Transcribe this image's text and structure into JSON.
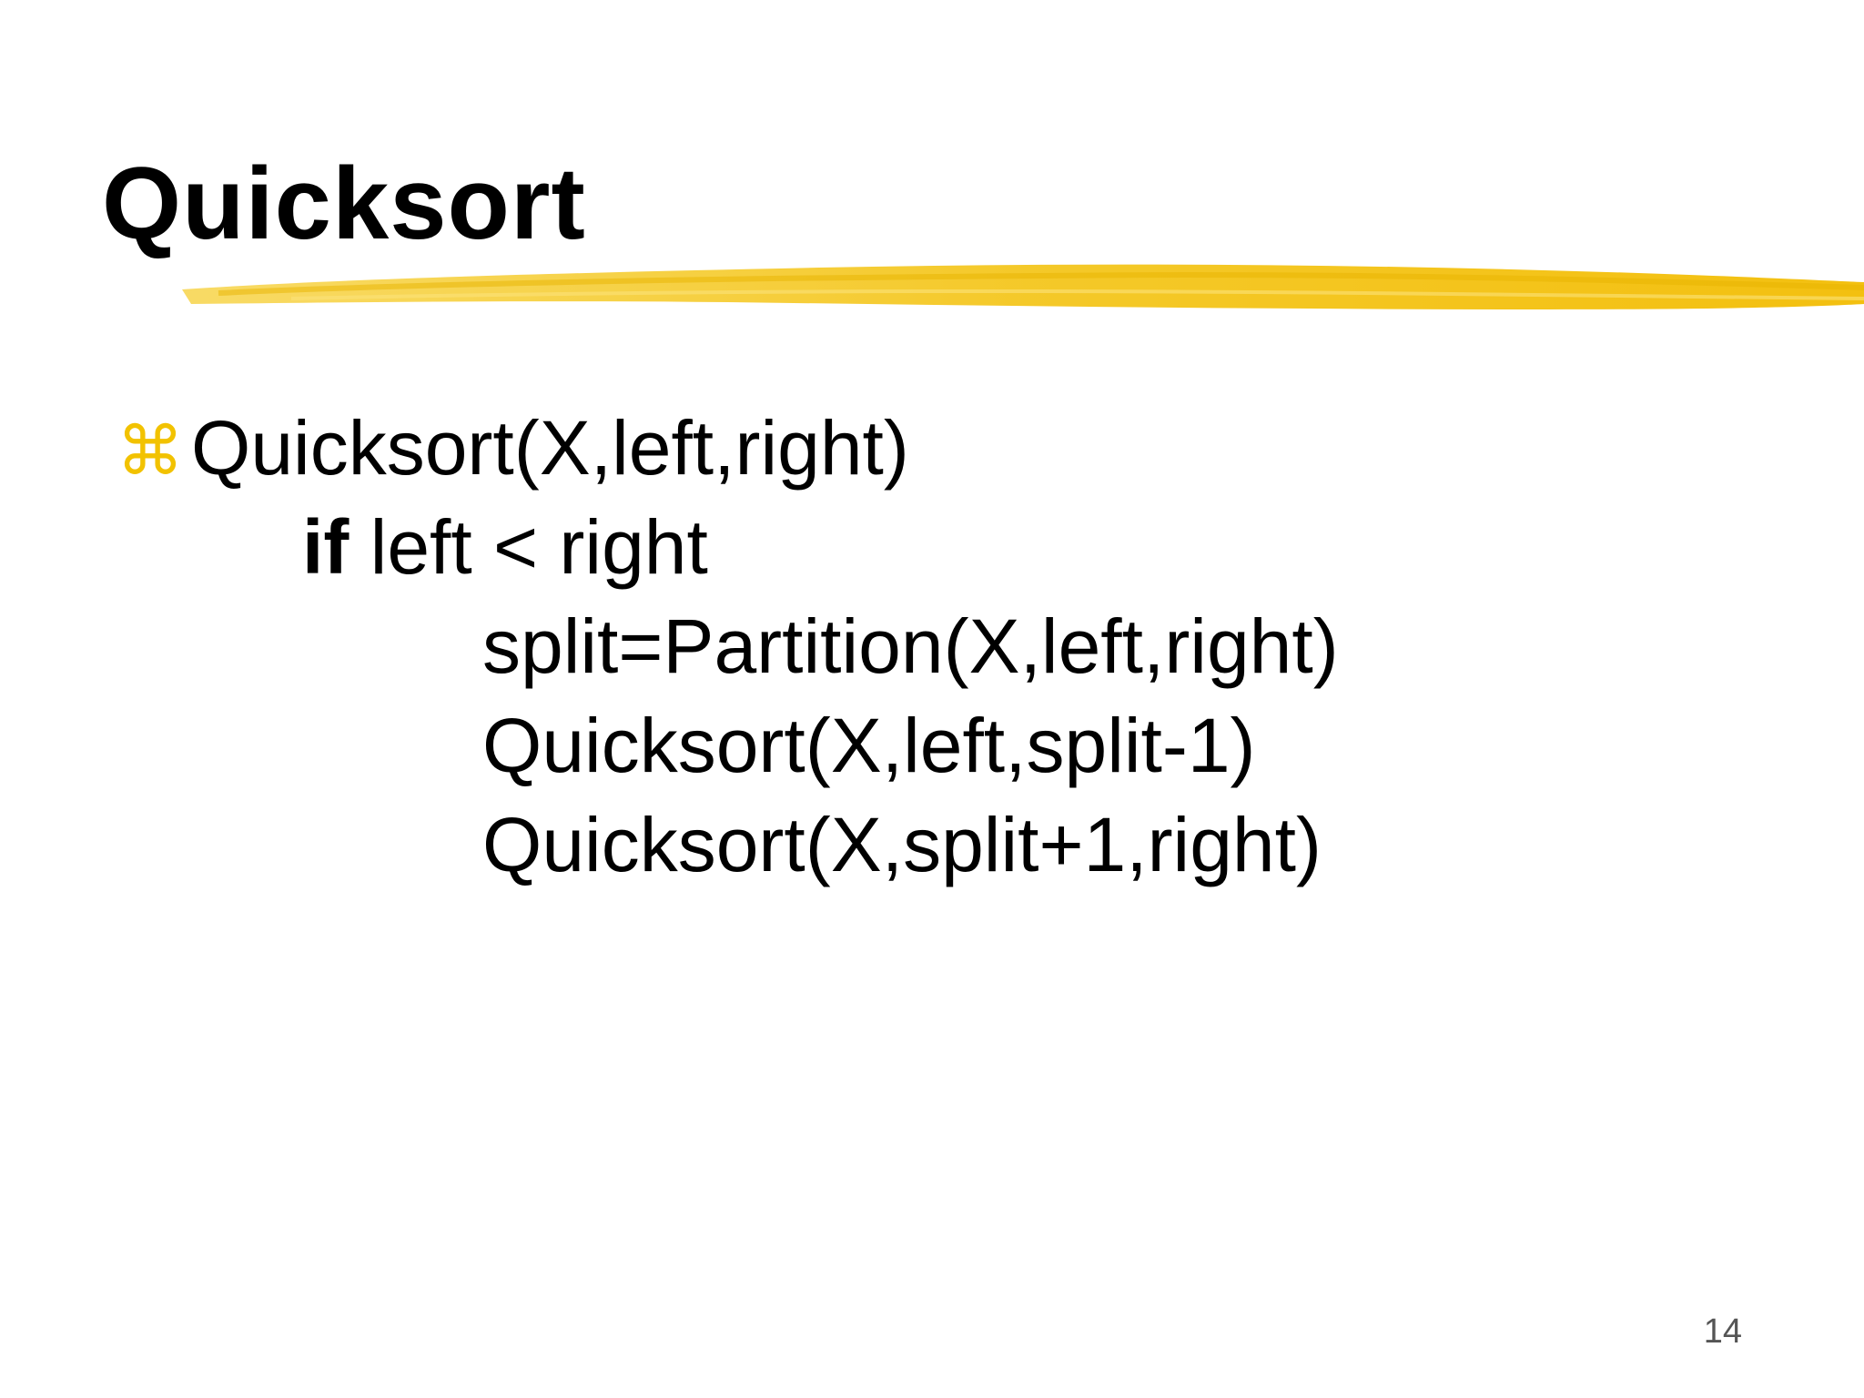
{
  "slide": {
    "title": "Quicksort",
    "bullet_icon": "place-of-interest-sign-icon",
    "accent_color": "#f2c200",
    "code": {
      "line1": "Quicksort(X,left,right)",
      "line2_keyword": "if",
      "line2_rest": " left < right",
      "line3": "split=Partition(X,left,right)",
      "line4": "Quicksort(X,left,split-1)",
      "line5": "Quicksort(X,split+1,right)"
    },
    "page_number": "14"
  }
}
